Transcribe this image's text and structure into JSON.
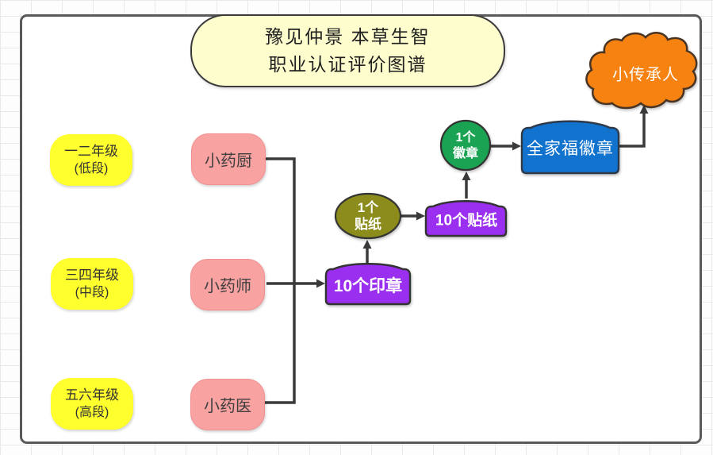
{
  "title": {
    "line1": "豫见仲景  本草生智",
    "line2": "职业认证评价图谱"
  },
  "grade_groups": [
    {
      "grade": "一二年级",
      "stage": "(低段)",
      "role": "小药厨"
    },
    {
      "grade": "三四年级",
      "stage": "(中段)",
      "role": "小药师"
    },
    {
      "grade": "五六年级",
      "stage": "(高段)",
      "role": "小药医"
    }
  ],
  "milestones": {
    "stamps": "10个印章",
    "one_sticker_line1": "1个",
    "one_sticker_line2": "贴纸",
    "stickers": "10个贴纸",
    "one_badge_line1": "1个",
    "one_badge_line2": "徽章",
    "family_badge": "全家福徽章",
    "final_title": "小传承人"
  },
  "colors": {
    "title_fill": "#FDFDCD",
    "grade_fill": "#FFFF2E",
    "role_fill": "#F9A2A2",
    "stamp_sticker_fill": "#9B2FF0",
    "one_sticker_fill": "#8C8C1C",
    "one_badge_fill": "#1AA352",
    "family_badge_fill": "#1273CE",
    "cloud_fill": "#F68211",
    "connector": "#3A3A3A"
  }
}
